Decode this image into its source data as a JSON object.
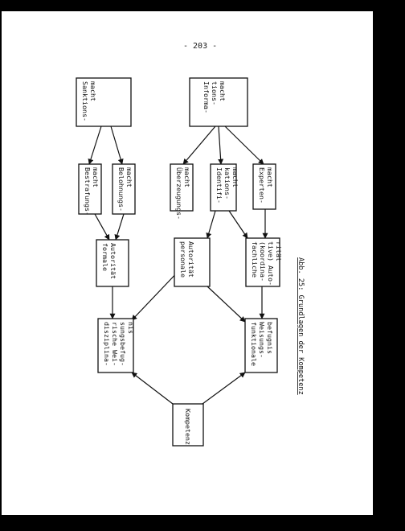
{
  "page": {
    "number": "- 203 -"
  },
  "caption": "Abb. 25: Grundlagen der Kompetenz",
  "nodes": {
    "sanktionsmacht": [
      "Sanktions-",
      "macht"
    ],
    "informationsmacht": [
      "Informa-",
      "tions-",
      "macht"
    ],
    "bestrafungsmacht": [
      "Bestrafungs-",
      "macht"
    ],
    "belohnungsmacht": [
      "Belohnungs-",
      "macht"
    ],
    "ueberzeugungsmacht": [
      "Überzeugungs-",
      "macht"
    ],
    "identifikationsmacht": [
      "Identifi-",
      "kations-",
      "macht"
    ],
    "expertenmacht": [
      "Experten-",
      "macht"
    ],
    "formale_autoritaet": [
      "formale",
      "Autorität"
    ],
    "personale_autoritaet": [
      "personale",
      "Autorität"
    ],
    "fachliche_autoritaet": [
      "fachliche",
      "(koordina-",
      "tive) Auto-",
      "rität"
    ],
    "disziplinarische_weisungsbefugnis": [
      "disziplina-",
      "rische Wei-",
      "sungsbefug-",
      "nis"
    ],
    "funktionale_weisungsbefugnis": [
      "funktionale",
      "Weisungs-",
      "befugnis"
    ],
    "kompetenz": [
      "Kompetenz"
    ]
  }
}
